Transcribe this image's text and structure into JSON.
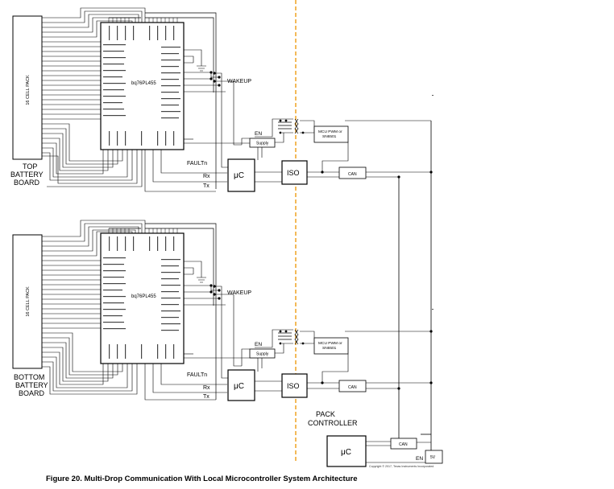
{
  "top": {
    "board_label": [
      "TOP",
      "BATTERY",
      "BOARD"
    ],
    "pack_label": "16 CELL PACK",
    "chip_name": "bq76PL455",
    "wakeup": "WAKEUP",
    "faultn": "FAULTn",
    "rx": "Rx",
    "tx": "Tx",
    "uc": "μC",
    "iso": "ISO",
    "can": "CAN",
    "en": "EN",
    "supply": "Supply",
    "mcu_pwm": [
      "MCU PWM or",
      "SN6501"
    ]
  },
  "bottom": {
    "board_label": [
      "BOTTOM",
      "BATTERY",
      "BOARD"
    ],
    "pack_label": "16 CELL PACK",
    "chip_name": "bq76PL455",
    "wakeup": "WAKEUP",
    "faultn": "FAULTn",
    "rx": "Rx",
    "tx": "Tx",
    "uc": "μC",
    "iso": "ISO",
    "can": "CAN",
    "en": "EN",
    "supply": "Supply",
    "mcu_pwm": [
      "MCU PWM or",
      "SN6501"
    ]
  },
  "pack_controller": {
    "label": [
      "PACK",
      "CONTROLLER"
    ],
    "uc": "μC",
    "can": "CAN",
    "en": "EN",
    "supply": "5V"
  },
  "caption": "Figure 20. Multi-Drop Communication With Local Microcontroller System Architecture",
  "copyright": "Copyright © 2017, Texas Instruments Incorporated",
  "colors": {
    "divider": "#f0a830",
    "line": "#000000",
    "background": "#ffffff"
  }
}
